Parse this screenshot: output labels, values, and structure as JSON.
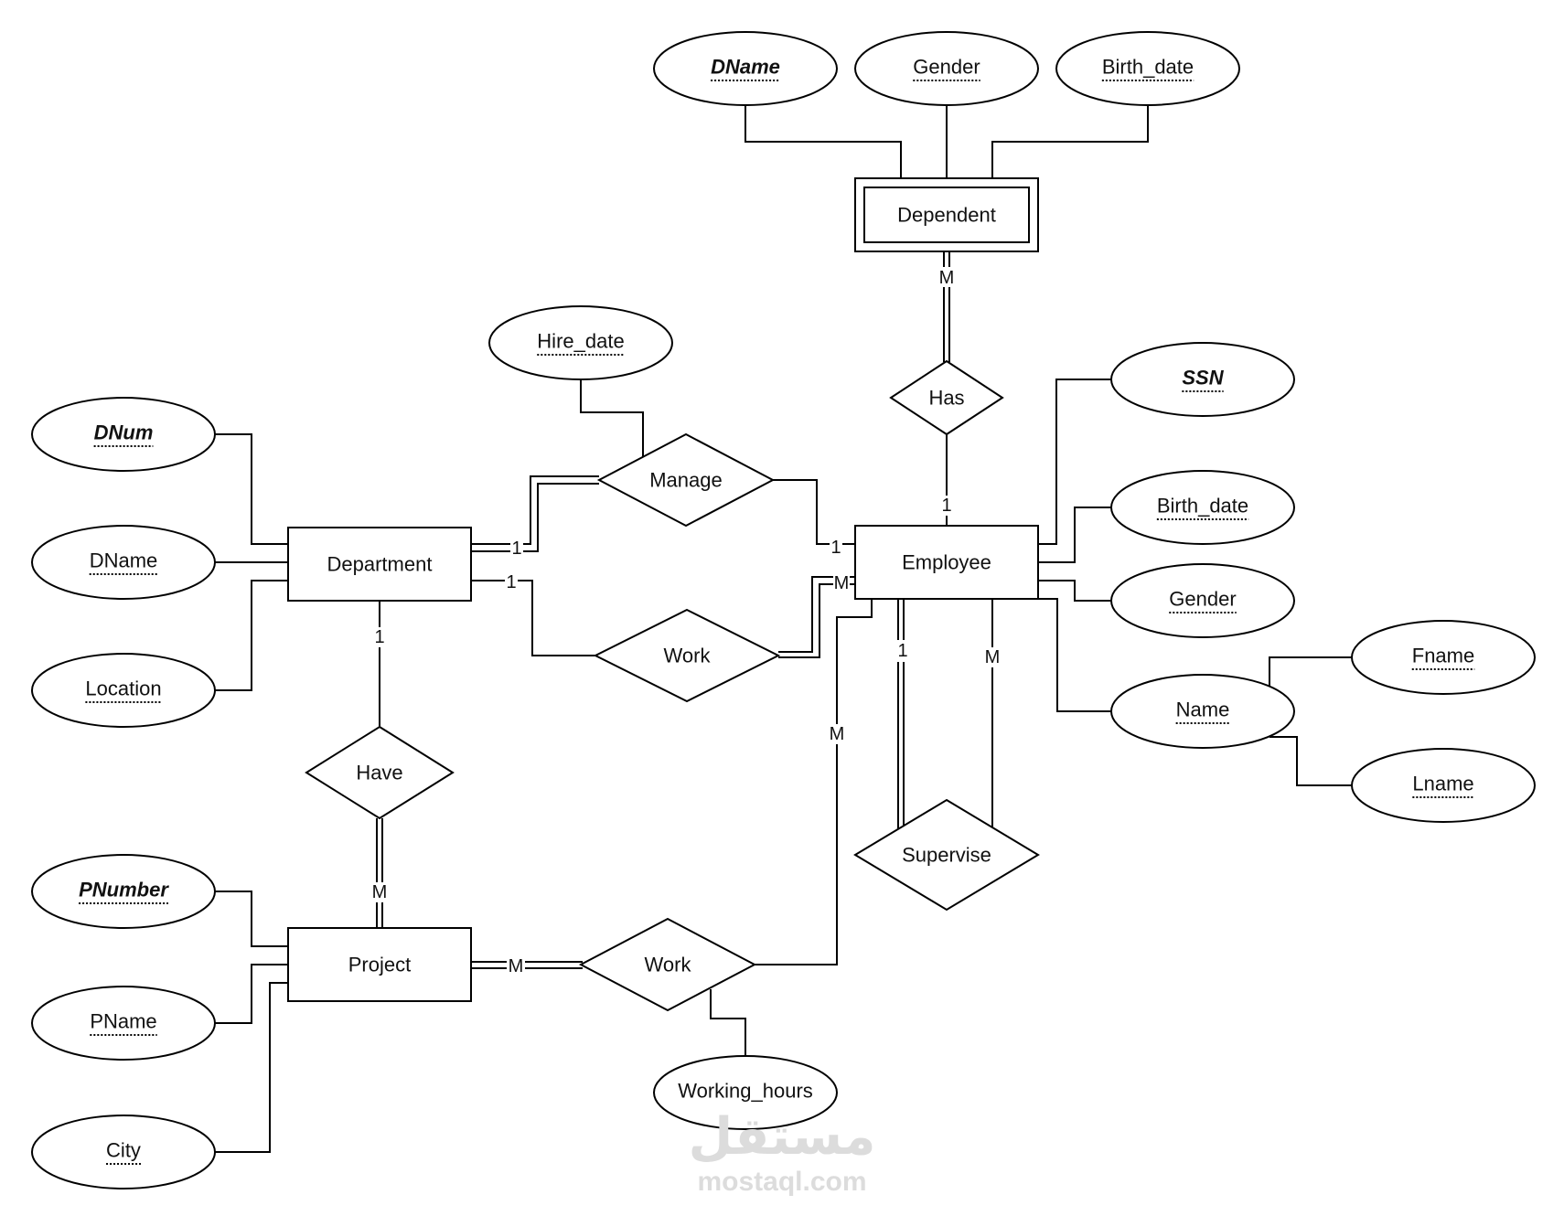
{
  "diagram": {
    "type": "ER diagram",
    "entities": [
      {
        "id": "department",
        "label": "Department",
        "weak": false
      },
      {
        "id": "employee",
        "label": "Employee",
        "weak": false
      },
      {
        "id": "project",
        "label": "Project",
        "weak": false
      },
      {
        "id": "dependent",
        "label": "Dependent",
        "weak": true
      }
    ],
    "relationships": [
      {
        "id": "manage",
        "label": "Manage"
      },
      {
        "id": "work_dept",
        "label": "Work"
      },
      {
        "id": "has",
        "label": "Has"
      },
      {
        "id": "have",
        "label": "Have"
      },
      {
        "id": "supervise",
        "label": "Supervise"
      },
      {
        "id": "work_project",
        "label": "Work"
      }
    ],
    "attributes": [
      {
        "id": "dep_dname",
        "label": "DName",
        "key": true,
        "owner": "dependent"
      },
      {
        "id": "dep_gender",
        "label": "Gender",
        "key": false,
        "owner": "dependent"
      },
      {
        "id": "dep_birth",
        "label": "Birth_date",
        "key": false,
        "owner": "dependent"
      },
      {
        "id": "hire_date",
        "label": "Hire_date",
        "key": false,
        "owner": "manage"
      },
      {
        "id": "dnum",
        "label": "DNum",
        "key": true,
        "owner": "department"
      },
      {
        "id": "dname",
        "label": "DName",
        "key": false,
        "owner": "department"
      },
      {
        "id": "location",
        "label": "Location",
        "key": false,
        "owner": "department"
      },
      {
        "id": "ssn",
        "label": "SSN",
        "key": true,
        "owner": "employee"
      },
      {
        "id": "emp_birth",
        "label": "Birth_date",
        "key": false,
        "owner": "employee"
      },
      {
        "id": "emp_gender",
        "label": "Gender",
        "key": false,
        "owner": "employee"
      },
      {
        "id": "name",
        "label": "Name",
        "key": false,
        "owner": "employee"
      },
      {
        "id": "fname",
        "label": "Fname",
        "key": false,
        "owner": "name"
      },
      {
        "id": "lname",
        "label": "Lname",
        "key": false,
        "owner": "name"
      },
      {
        "id": "pnumber",
        "label": "PNumber",
        "key": true,
        "owner": "project"
      },
      {
        "id": "pname",
        "label": "PName",
        "key": false,
        "owner": "project"
      },
      {
        "id": "city",
        "label": "City",
        "key": false,
        "owner": "project"
      },
      {
        "id": "working_hours",
        "label": "Working_hours",
        "key": false,
        "owner": "work_project"
      }
    ],
    "cardinalities": {
      "dependent_has": "M",
      "has_employee": "1",
      "department_manage": "1",
      "manage_employee": "1",
      "department_work": "1",
      "work_employee": "M",
      "department_have": "1",
      "have_project": "M",
      "employee_supervise_supervisor": "1",
      "employee_supervise_supervisee": "M",
      "project_work": "M",
      "work_employee_project": "M"
    }
  },
  "watermark": {
    "arabic": "مستقل",
    "latin": "mostaql.com"
  }
}
